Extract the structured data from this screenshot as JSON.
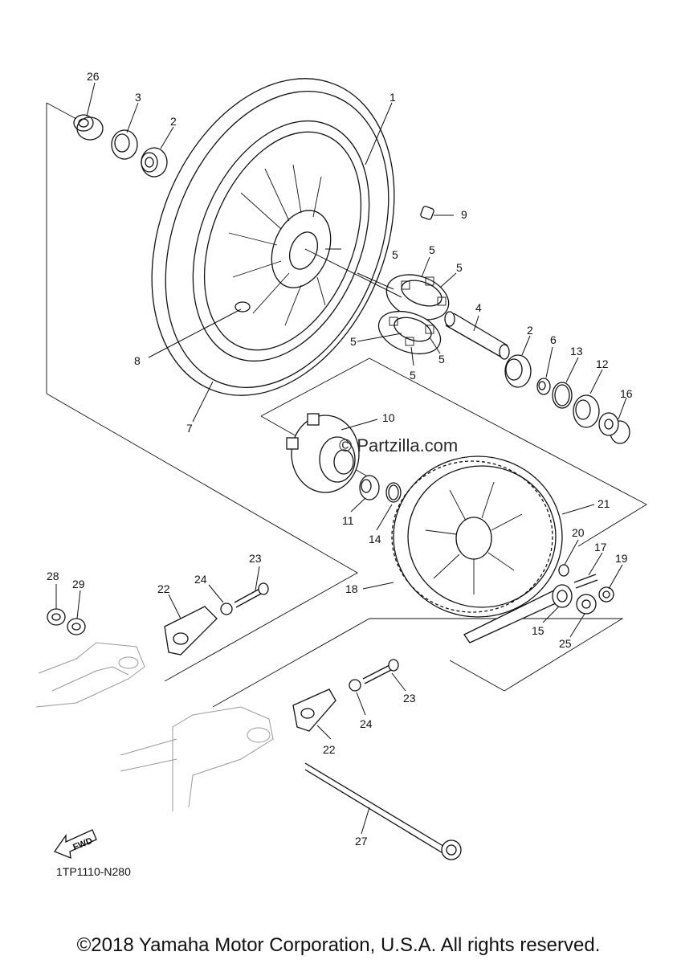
{
  "diagram": {
    "watermark": "© Partzilla.com",
    "diagram_code": "1TP1110-N280",
    "fwd_label": "FWD",
    "callouts": [
      {
        "id": "c1",
        "text": "1"
      },
      {
        "id": "c2a",
        "text": "2"
      },
      {
        "id": "c2b",
        "text": "2"
      },
      {
        "id": "c3",
        "text": "3"
      },
      {
        "id": "c4",
        "text": "4"
      },
      {
        "id": "c5a",
        "text": "5"
      },
      {
        "id": "c5b",
        "text": "5"
      },
      {
        "id": "c5c",
        "text": "5"
      },
      {
        "id": "c5d",
        "text": "5"
      },
      {
        "id": "c5e",
        "text": "5"
      },
      {
        "id": "c5f",
        "text": "5"
      },
      {
        "id": "c6",
        "text": "6"
      },
      {
        "id": "c7",
        "text": "7"
      },
      {
        "id": "c8",
        "text": "8"
      },
      {
        "id": "c9",
        "text": "9"
      },
      {
        "id": "c10",
        "text": "10"
      },
      {
        "id": "c11",
        "text": "11"
      },
      {
        "id": "c12",
        "text": "12"
      },
      {
        "id": "c13",
        "text": "13"
      },
      {
        "id": "c14",
        "text": "14"
      },
      {
        "id": "c15",
        "text": "15"
      },
      {
        "id": "c16",
        "text": "16"
      },
      {
        "id": "c17",
        "text": "17"
      },
      {
        "id": "c18",
        "text": "18"
      },
      {
        "id": "c19",
        "text": "19"
      },
      {
        "id": "c20",
        "text": "20"
      },
      {
        "id": "c21",
        "text": "21"
      },
      {
        "id": "c22a",
        "text": "22"
      },
      {
        "id": "c22b",
        "text": "22"
      },
      {
        "id": "c23a",
        "text": "23"
      },
      {
        "id": "c23b",
        "text": "23"
      },
      {
        "id": "c24a",
        "text": "24"
      },
      {
        "id": "c24b",
        "text": "24"
      },
      {
        "id": "c25",
        "text": "25"
      },
      {
        "id": "c26",
        "text": "26"
      },
      {
        "id": "c27",
        "text": "27"
      },
      {
        "id": "c28",
        "text": "28"
      },
      {
        "id": "c29",
        "text": "29"
      }
    ]
  },
  "footer": {
    "copyright": "©2018 Yamaha Motor Corporation, U.S.A. All rights reserved."
  }
}
